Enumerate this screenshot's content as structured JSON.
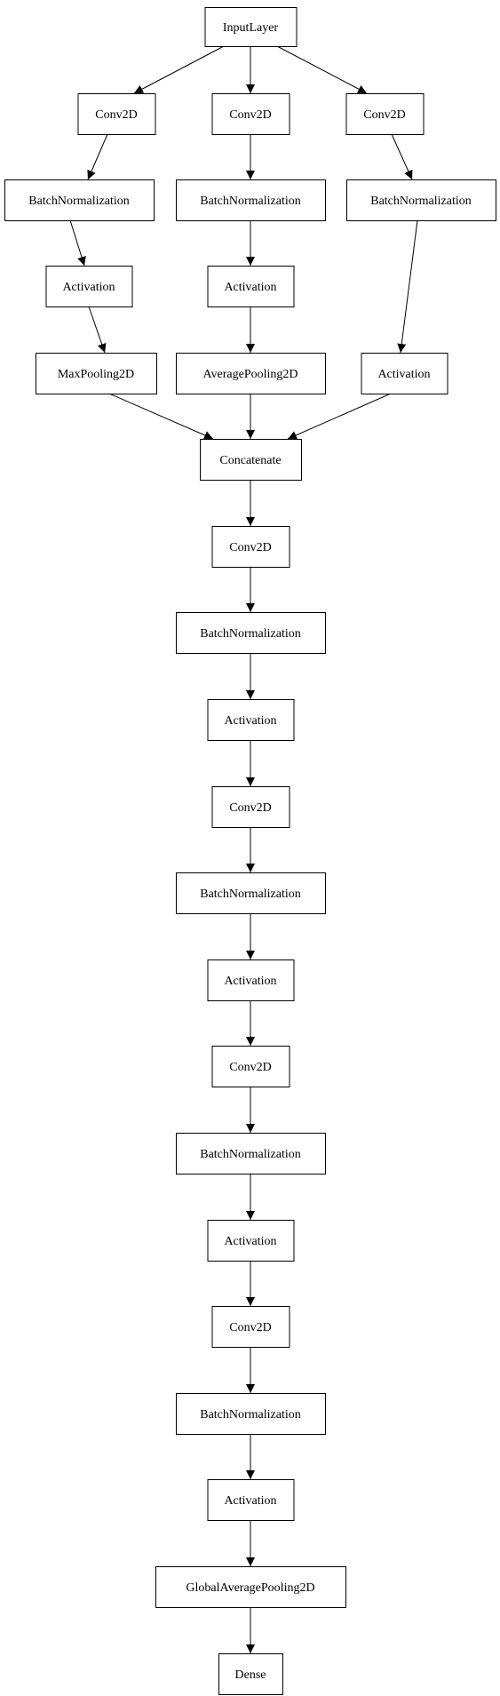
{
  "diagram": {
    "type": "keras-model-graph",
    "nodes": [
      {
        "id": "input",
        "label": "InputLayer"
      },
      {
        "id": "conv_a",
        "label": "Conv2D"
      },
      {
        "id": "conv_b",
        "label": "Conv2D"
      },
      {
        "id": "conv_c",
        "label": "Conv2D"
      },
      {
        "id": "bn_a",
        "label": "BatchNormalization"
      },
      {
        "id": "bn_b",
        "label": "BatchNormalization"
      },
      {
        "id": "bn_c",
        "label": "BatchNormalization"
      },
      {
        "id": "act_a",
        "label": "Activation"
      },
      {
        "id": "act_b",
        "label": "Activation"
      },
      {
        "id": "maxpool",
        "label": "MaxPooling2D"
      },
      {
        "id": "avgpool",
        "label": "AveragePooling2D"
      },
      {
        "id": "act_c",
        "label": "Activation"
      },
      {
        "id": "concat",
        "label": "Concatenate"
      },
      {
        "id": "conv_1",
        "label": "Conv2D"
      },
      {
        "id": "bn_1",
        "label": "BatchNormalization"
      },
      {
        "id": "act_1",
        "label": "Activation"
      },
      {
        "id": "conv_2",
        "label": "Conv2D"
      },
      {
        "id": "bn_2",
        "label": "BatchNormalization"
      },
      {
        "id": "act_2",
        "label": "Activation"
      },
      {
        "id": "conv_3",
        "label": "Conv2D"
      },
      {
        "id": "bn_3",
        "label": "BatchNormalization"
      },
      {
        "id": "act_3",
        "label": "Activation"
      },
      {
        "id": "conv_4",
        "label": "Conv2D"
      },
      {
        "id": "bn_4",
        "label": "BatchNormalization"
      },
      {
        "id": "act_4",
        "label": "Activation"
      },
      {
        "id": "gap",
        "label": "GlobalAveragePooling2D"
      },
      {
        "id": "dense",
        "label": "Dense"
      }
    ],
    "edges": [
      [
        "input",
        "conv_a"
      ],
      [
        "input",
        "conv_b"
      ],
      [
        "input",
        "conv_c"
      ],
      [
        "conv_a",
        "bn_a"
      ],
      [
        "conv_b",
        "bn_b"
      ],
      [
        "conv_c",
        "bn_c"
      ],
      [
        "bn_a",
        "act_a"
      ],
      [
        "bn_b",
        "act_b"
      ],
      [
        "bn_c",
        "act_c"
      ],
      [
        "act_a",
        "maxpool"
      ],
      [
        "act_b",
        "avgpool"
      ],
      [
        "maxpool",
        "concat"
      ],
      [
        "avgpool",
        "concat"
      ],
      [
        "act_c",
        "concat"
      ],
      [
        "concat",
        "conv_1"
      ],
      [
        "conv_1",
        "bn_1"
      ],
      [
        "bn_1",
        "act_1"
      ],
      [
        "act_1",
        "conv_2"
      ],
      [
        "conv_2",
        "bn_2"
      ],
      [
        "bn_2",
        "act_2"
      ],
      [
        "act_2",
        "conv_3"
      ],
      [
        "conv_3",
        "bn_3"
      ],
      [
        "bn_3",
        "act_3"
      ],
      [
        "act_3",
        "conv_4"
      ],
      [
        "conv_4",
        "bn_4"
      ],
      [
        "bn_4",
        "act_4"
      ],
      [
        "act_4",
        "gap"
      ],
      [
        "gap",
        "dense"
      ]
    ]
  }
}
